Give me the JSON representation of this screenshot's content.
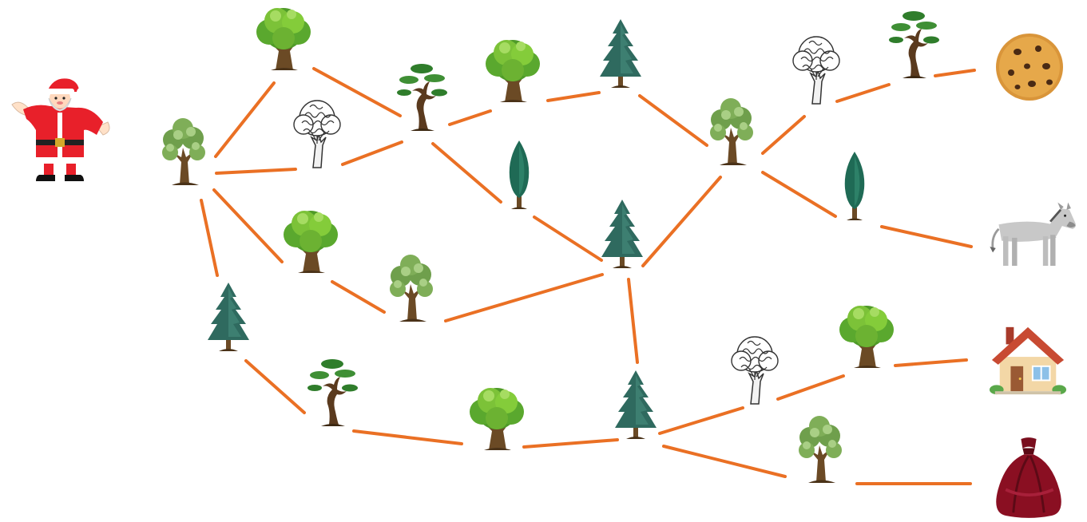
{
  "colors": {
    "path": "#ea7024",
    "background": "#ffffff",
    "oak_dark": "#4f9a28",
    "oak_light": "#84cc3a",
    "leafy_dark": "#6f9f4c",
    "leafy_light": "#a9cf85",
    "pine": "#2f6a5f",
    "cypress": "#1f6a55",
    "trunk": "#6b4a25",
    "bare_outline": "#333333"
  },
  "start": {
    "icon": "santa-icon"
  },
  "destinations": [
    {
      "id": "cookie",
      "icon": "cookie-icon"
    },
    {
      "id": "donkey",
      "icon": "donkey-icon"
    },
    {
      "id": "house",
      "icon": "house-icon"
    },
    {
      "id": "sack",
      "icon": "gift-sack-icon"
    }
  ],
  "trees": [
    {
      "id": "t1",
      "kind": "leafy"
    },
    {
      "id": "t2",
      "kind": "oak"
    },
    {
      "id": "t3",
      "kind": "bare"
    },
    {
      "id": "t4",
      "kind": "bonsai"
    },
    {
      "id": "t5",
      "kind": "oak"
    },
    {
      "id": "t6",
      "kind": "pine"
    },
    {
      "id": "t7",
      "kind": "cypress"
    },
    {
      "id": "t8",
      "kind": "leafy"
    },
    {
      "id": "t9",
      "kind": "bare"
    },
    {
      "id": "t10",
      "kind": "bonsai"
    },
    {
      "id": "t11",
      "kind": "cypress"
    },
    {
      "id": "t12",
      "kind": "oak"
    },
    {
      "id": "t13",
      "kind": "leafy"
    },
    {
      "id": "t14",
      "kind": "pine"
    },
    {
      "id": "t15",
      "kind": "pine"
    },
    {
      "id": "t16",
      "kind": "bonsai"
    },
    {
      "id": "t17",
      "kind": "oak"
    },
    {
      "id": "t18",
      "kind": "pine"
    },
    {
      "id": "t19",
      "kind": "bare"
    },
    {
      "id": "t20",
      "kind": "oak"
    },
    {
      "id": "t21",
      "kind": "leafy"
    }
  ],
  "paths": [
    [
      "start",
      "t1"
    ],
    [
      "t1",
      "t2"
    ],
    [
      "t1",
      "t3"
    ],
    [
      "t1",
      "t12"
    ],
    [
      "t1",
      "t14"
    ],
    [
      "t2",
      "t4"
    ],
    [
      "t3",
      "t4"
    ],
    [
      "t4",
      "t5"
    ],
    [
      "t4",
      "t7"
    ],
    [
      "t5",
      "t6"
    ],
    [
      "t6",
      "t8"
    ],
    [
      "t7",
      "t15"
    ],
    [
      "t8",
      "t9"
    ],
    [
      "t8",
      "t11"
    ],
    [
      "t9",
      "t10"
    ],
    [
      "t10",
      "cookie"
    ],
    [
      "t11",
      "donkey"
    ],
    [
      "t12",
      "t13"
    ],
    [
      "t13",
      "t15"
    ],
    [
      "t15",
      "t8"
    ],
    [
      "t15",
      "t18"
    ],
    [
      "t14",
      "t16"
    ],
    [
      "t16",
      "t17"
    ],
    [
      "t17",
      "t18"
    ],
    [
      "t18",
      "t19"
    ],
    [
      "t18",
      "t21"
    ],
    [
      "t19",
      "t20"
    ],
    [
      "t20",
      "house"
    ],
    [
      "t21",
      "sack"
    ]
  ]
}
